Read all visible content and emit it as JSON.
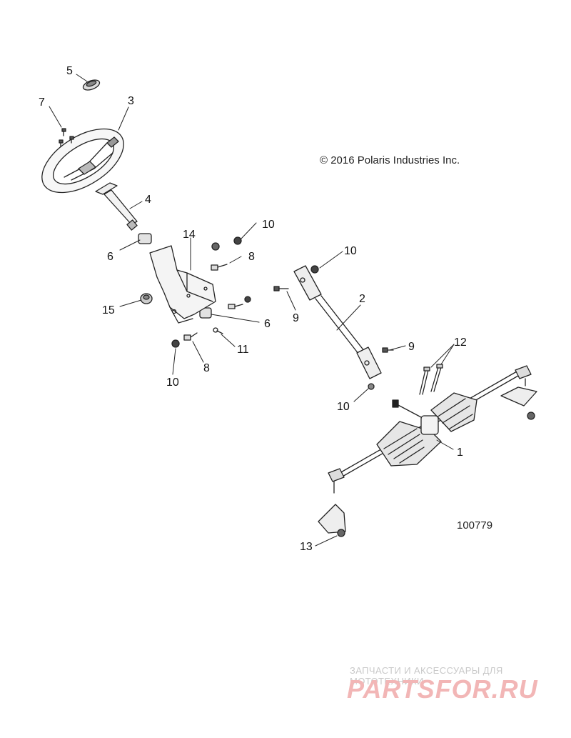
{
  "diagram": {
    "copyright": "© 2016 Polaris Industries Inc.",
    "diagram_number": "100779",
    "callouts": [
      "1",
      "2",
      "3",
      "4",
      "5",
      "6",
      "6",
      "7",
      "8",
      "8",
      "9",
      "9",
      "10",
      "10",
      "10",
      "10",
      "11",
      "12",
      "13",
      "14",
      "15"
    ]
  },
  "watermark": {
    "caption": "ЗАПЧАСТИ И АКСЕССУАРЫ ДЛЯ МОТОТЕХНИКИ",
    "logo": "PARTSFOR.RU"
  },
  "colors": {
    "line": "#222222",
    "watermark_logo": "#f2b6b6",
    "watermark_text": "#c9c9c9"
  }
}
